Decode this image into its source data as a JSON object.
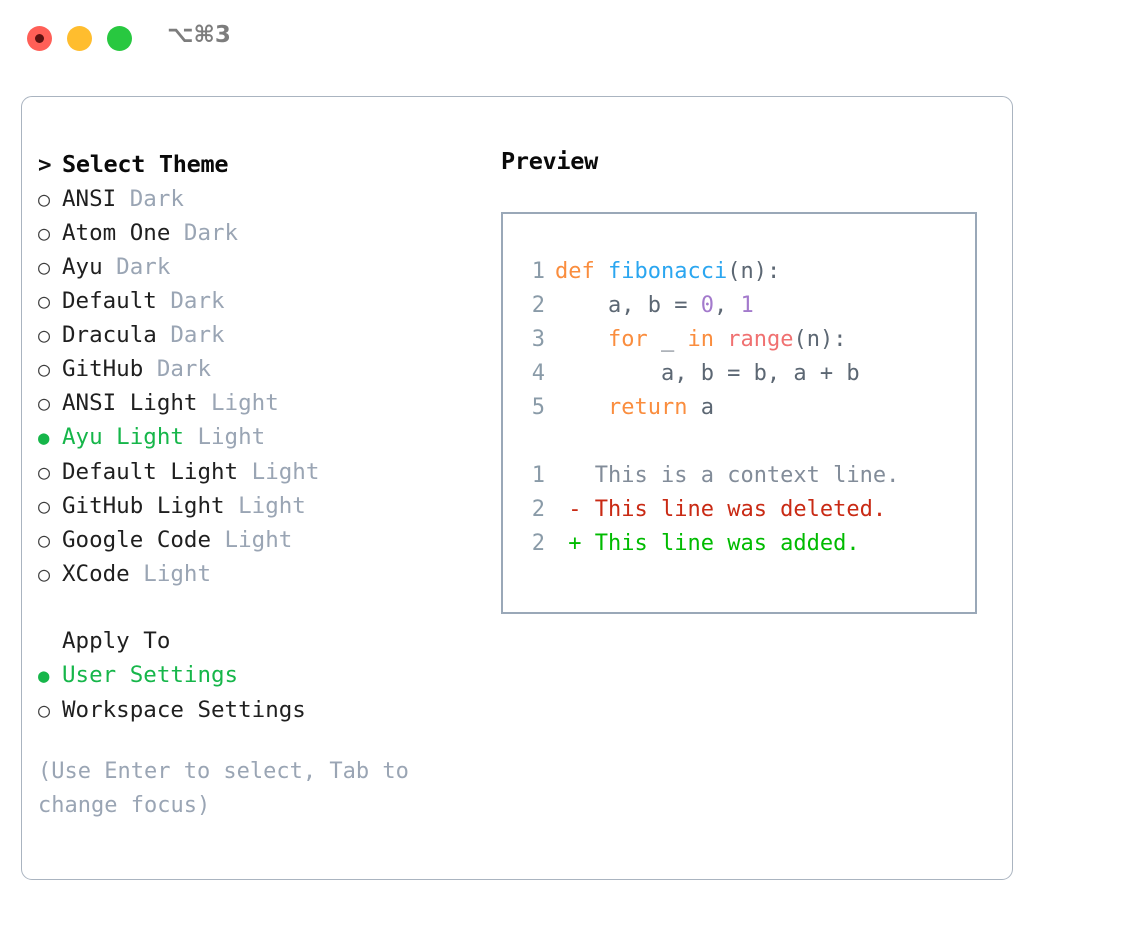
{
  "window": {
    "shortcut": "⌥⌘3",
    "traffic_lights": [
      {
        "name": "close",
        "color": "#ff5f57"
      },
      {
        "name": "minimize",
        "color": "#ffbd2e"
      },
      {
        "name": "maximize",
        "color": "#28c840"
      }
    ]
  },
  "theme_picker": {
    "prompt_marker": ">",
    "title": "Select Theme",
    "radio_unselected": "○",
    "radio_selected": "●",
    "selected_color": "#16b64a",
    "items": [
      {
        "label": "ANSI",
        "suffix": " Dark",
        "selected": false
      },
      {
        "label": "Atom One",
        "suffix": " Dark",
        "selected": false
      },
      {
        "label": "Ayu",
        "suffix": " Dark",
        "selected": false
      },
      {
        "label": "Default",
        "suffix": " Dark",
        "selected": false
      },
      {
        "label": "Dracula",
        "suffix": " Dark",
        "selected": false
      },
      {
        "label": "GitHub",
        "suffix": " Dark",
        "selected": false
      },
      {
        "label": "ANSI Light",
        "suffix": " Light",
        "selected": false
      },
      {
        "label": "Ayu Light",
        "suffix": " Light",
        "selected": true
      },
      {
        "label": "Default Light",
        "suffix": " Light",
        "selected": false
      },
      {
        "label": "GitHub Light",
        "suffix": " Light",
        "selected": false
      },
      {
        "label": "Google Code",
        "suffix": " Light",
        "selected": false
      },
      {
        "label": "XCode",
        "suffix": " Light",
        "selected": false
      }
    ]
  },
  "apply_to": {
    "title": "Apply To",
    "options": [
      {
        "label": "User Settings",
        "selected": true
      },
      {
        "label": "Workspace Settings",
        "selected": false
      }
    ]
  },
  "hint": "(Use Enter to select, Tab to change focus)",
  "preview": {
    "title": "Preview",
    "code": [
      {
        "lineno": "1",
        "tokens": [
          {
            "text": "def ",
            "type": "keyword"
          },
          {
            "text": "fibonacci",
            "type": "function"
          },
          {
            "text": "(n):",
            "type": "punctuation"
          }
        ]
      },
      {
        "lineno": "2",
        "tokens": [
          {
            "text": "    a, b = ",
            "type": "variable"
          },
          {
            "text": "0",
            "type": "number"
          },
          {
            "text": ", ",
            "type": "punctuation"
          },
          {
            "text": "1",
            "type": "number"
          }
        ]
      },
      {
        "lineno": "3",
        "tokens": [
          {
            "text": "    for ",
            "type": "keyword"
          },
          {
            "text": "_ ",
            "type": "variable"
          },
          {
            "text": "in ",
            "type": "keyword"
          },
          {
            "text": "range",
            "type": "call"
          },
          {
            "text": "(n):",
            "type": "punctuation"
          }
        ]
      },
      {
        "lineno": "4",
        "tokens": [
          {
            "text": "        a, b = b, a + b",
            "type": "variable"
          }
        ]
      },
      {
        "lineno": "5",
        "tokens": [
          {
            "text": "    return ",
            "type": "keyword"
          },
          {
            "text": "a",
            "type": "variable"
          }
        ]
      }
    ],
    "diff": [
      {
        "lineno": "1",
        "marker": " ",
        "text": "This is a context line.",
        "type": "context"
      },
      {
        "lineno": "2",
        "marker": "-",
        "text": "This line was deleted.",
        "type": "deleted"
      },
      {
        "lineno": "2",
        "marker": "+",
        "text": "This line was added.",
        "type": "added"
      }
    ],
    "colors": {
      "keyword": "#fa8d3e",
      "function": "#2ba6f0",
      "number": "#a37acc",
      "call": "#f07171",
      "variable": "#5c6773",
      "lineno": "#8a9ba8",
      "diff_context": "#828c99",
      "diff_deleted": "#c92a14",
      "diff_added": "#00bb00",
      "panel_border": "#9aa8b8"
    }
  }
}
